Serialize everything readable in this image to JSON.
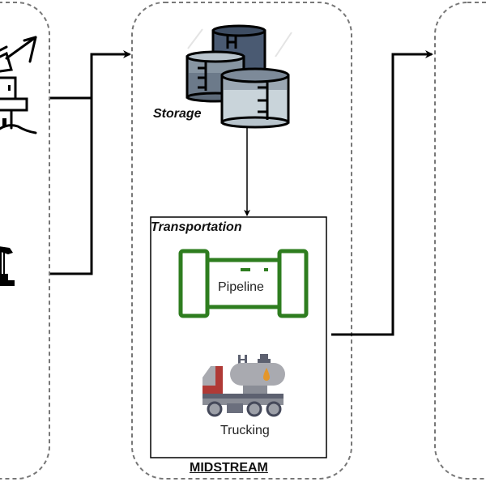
{
  "diagram": {
    "sections": [
      {
        "id": "upstream",
        "label": ""
      },
      {
        "id": "midstream",
        "label": "MIDSTREAM"
      },
      {
        "id": "downstream",
        "label": ""
      }
    ],
    "nodes": {
      "offshore_rig": {
        "label": "",
        "icon": "offshore-rig-icon"
      },
      "pumpjack": {
        "label": "",
        "icon": "pumpjack-icon"
      },
      "storage": {
        "label": "Storage",
        "icon": "storage-tanks-icon"
      },
      "transportation": {
        "label": "Transportation"
      },
      "pipeline": {
        "label": "Pipeline",
        "icon": "pipeline-icon"
      },
      "trucking": {
        "label": "Trucking",
        "icon": "tanker-truck-icon"
      }
    },
    "edges": [
      {
        "from": "offshore_rig",
        "to": "midstream"
      },
      {
        "from": "pumpjack",
        "to": "midstream"
      },
      {
        "from": "storage",
        "to": "transportation"
      },
      {
        "from": "transportation",
        "to": "downstream"
      }
    ],
    "colors": {
      "pipeline_green": "#2e7d1f",
      "tank_dark": "#4a5a72",
      "tank_light": "#c9d4da",
      "truck_red": "#b03a36",
      "truck_gray": "#8a8d96",
      "truck_dark": "#5d6170",
      "oil_drop": "#e3962a",
      "dashed_border": "#777777"
    }
  }
}
